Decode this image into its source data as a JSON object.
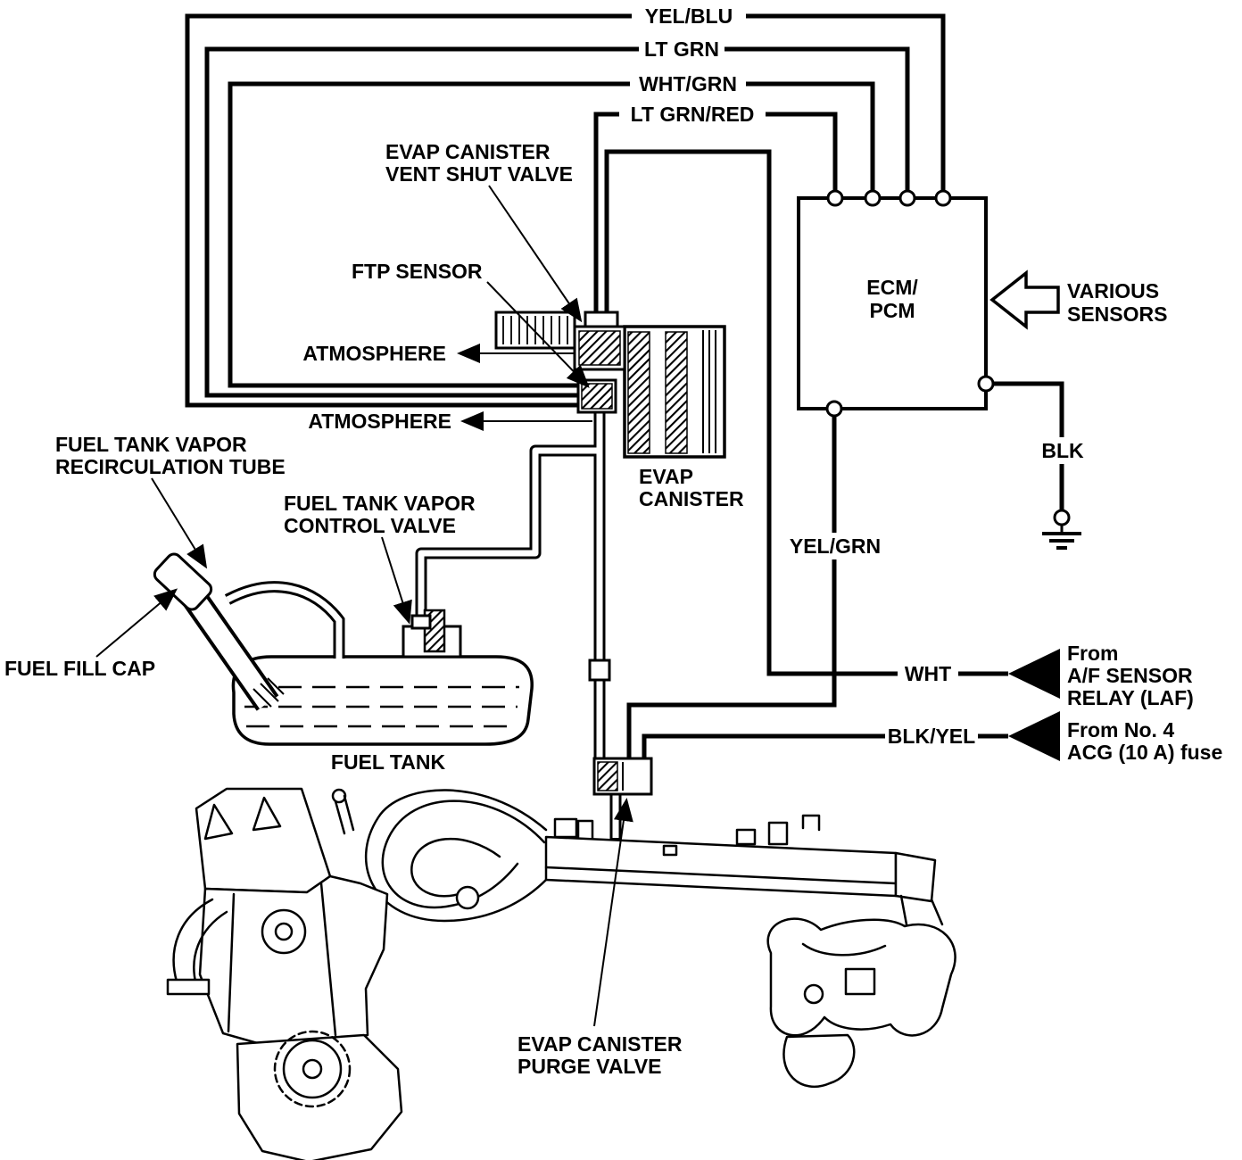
{
  "wires": {
    "yel_blu": "YEL/BLU",
    "lt_grn": "LT GRN",
    "wht_grn": "WHT/GRN",
    "lt_grn_red": "LT GRN/RED",
    "yel_grn": "YEL/GRN",
    "wht": "WHT",
    "blk_yel": "BLK/YEL",
    "blk": "BLK"
  },
  "labels": {
    "vent_valve": {
      "l1": "EVAP CANISTER",
      "l2": "VENT SHUT VALVE"
    },
    "ftp_sensor": "FTP SENSOR",
    "atmosphere_top": "ATMOSPHERE",
    "atmosphere_bottom": "ATMOSPHERE",
    "ecm": {
      "l1": "ECM/",
      "l2": "PCM"
    },
    "various_sensors": {
      "l1": "VARIOUS",
      "l2": "SENSORS"
    },
    "evap_canister": {
      "l1": "EVAP",
      "l2": "CANISTER"
    },
    "recirc_tube": {
      "l1": "FUEL TANK VAPOR",
      "l2": "RECIRCULATION TUBE"
    },
    "control_valve": {
      "l1": "FUEL TANK VAPOR",
      "l2": "CONTROL VALVE"
    },
    "fuel_fill_cap": "FUEL FILL CAP",
    "fuel_tank": "FUEL TANK",
    "purge_valve": {
      "l1": "EVAP CANISTER",
      "l2": "PURGE VALVE"
    }
  },
  "sources": {
    "af_relay": {
      "l1": "From",
      "l2": "A/F SENSOR",
      "l3": "RELAY (LAF)"
    },
    "acg_fuse": {
      "l1": "From No. 4",
      "l2": "ACG (10 A) fuse"
    }
  },
  "colors": {
    "ink": "#000000",
    "paper": "#ffffff"
  }
}
